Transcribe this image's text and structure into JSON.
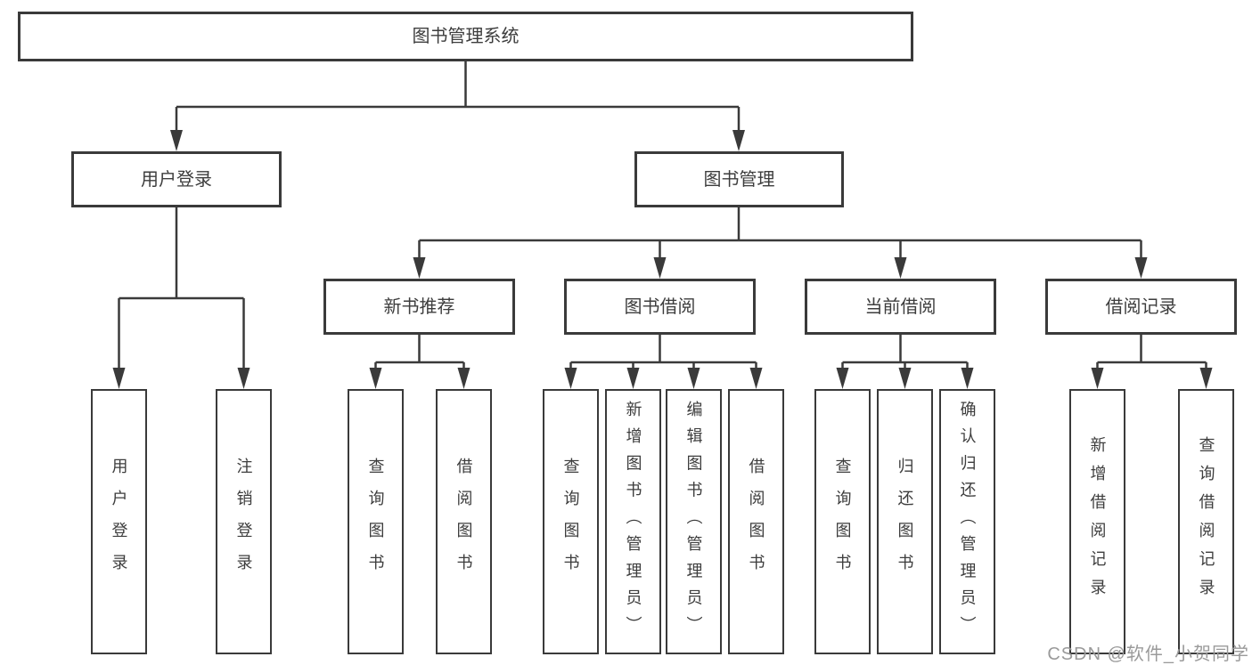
{
  "colors": {
    "line": "#3a3a3a",
    "text": "#3d3d3d",
    "watermark": "#9a9a9a",
    "box_bg": "#ffffff"
  },
  "diagram": {
    "type": "hierarchy-tree",
    "root": "图书管理系统",
    "level2": [
      "用户登录",
      "图书管理"
    ],
    "level3": [
      "新书推荐",
      "图书借阅",
      "当前借阅",
      "借阅记录"
    ],
    "leaves": {
      "user_login": [
        "用户登录",
        "注销登录"
      ],
      "new_books": [
        "查询图书",
        "借阅图书"
      ],
      "book_borrow": [
        "查询图书",
        "新增图书（管理员）",
        "编辑图书（管理员）",
        "借阅图书"
      ],
      "current_borrow": [
        "查询图书",
        "归还图书",
        "确认归还（管理员）"
      ],
      "borrow_records": [
        "新增借阅记录",
        "查询借阅记录"
      ]
    },
    "hierarchy_note": "用户登录→[用户登录,注销登录]; 图书管理→[新书推荐,图书借阅,当前借阅,借阅记录]; 新书推荐→new_books; 图书借阅→book_borrow; 当前借阅→current_borrow; 借阅记录→borrow_records"
  },
  "watermark": "CSDN @软件_小贺同学"
}
